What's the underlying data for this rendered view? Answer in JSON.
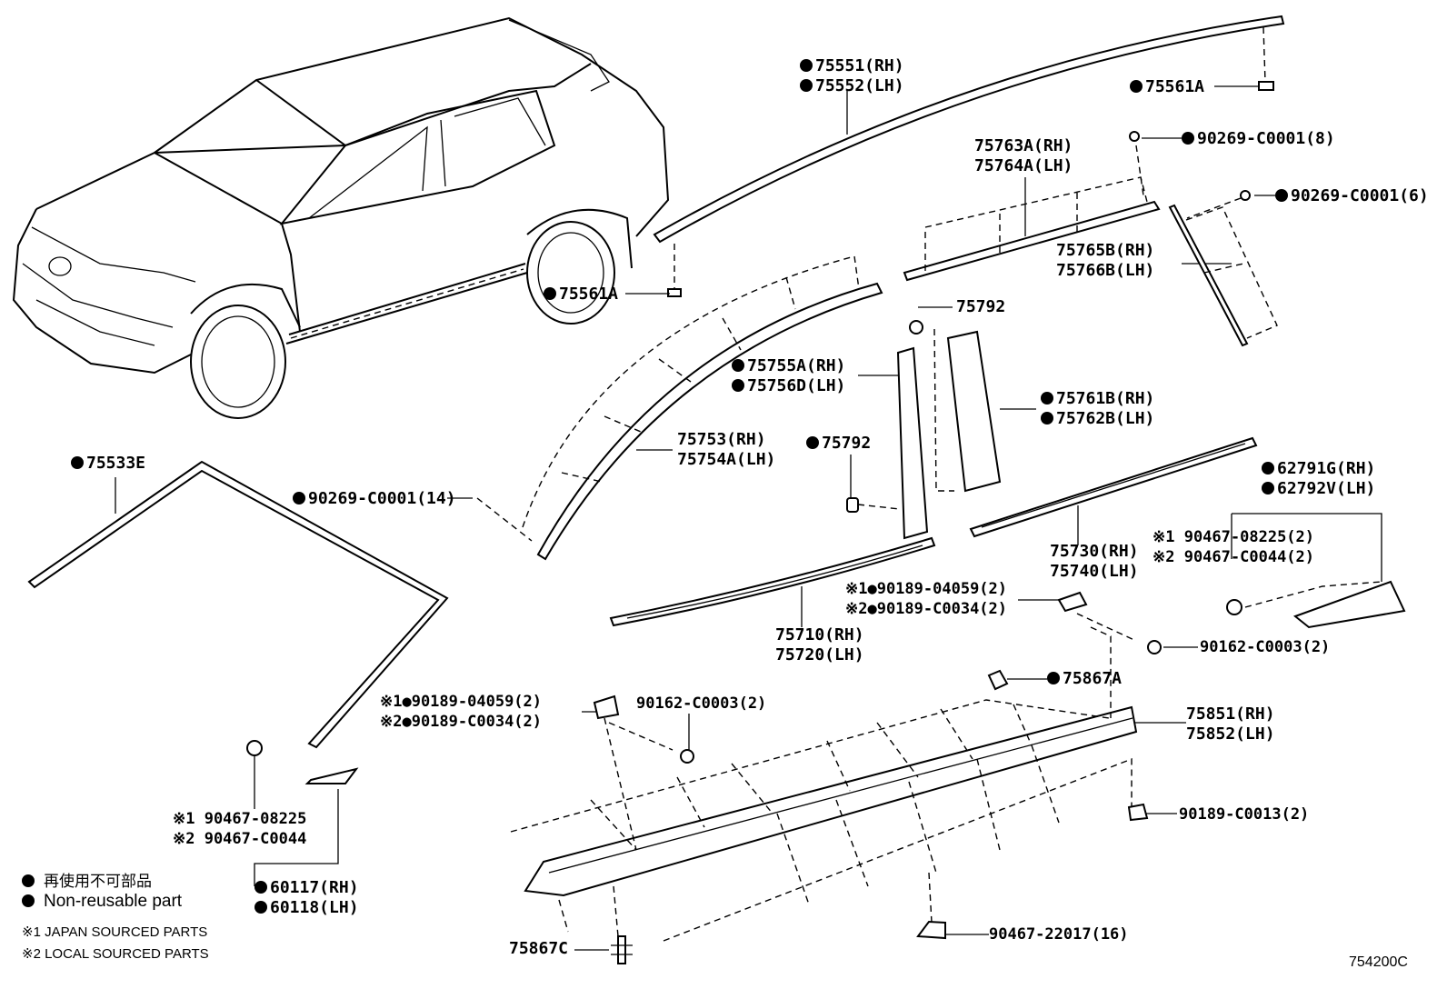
{
  "callouts": {
    "p75551": {
      "marked": true,
      "lines": [
        "75551(RH)",
        "75552(LH)"
      ]
    },
    "p75561a_top": {
      "marked": true,
      "lines": [
        "75561A"
      ]
    },
    "p90269_8": {
      "marked": true,
      "lines": [
        "90269-C0001(8)"
      ]
    },
    "p75763": {
      "marked": false,
      "lines": [
        "75763A(RH)",
        "75764A(LH)"
      ]
    },
    "p90269_6": {
      "marked": true,
      "lines": [
        "90269-C0001(6)"
      ]
    },
    "p75765": {
      "marked": false,
      "lines": [
        "75765B(RH)",
        "75766B(LH)"
      ]
    },
    "p75561a_low": {
      "marked": true,
      "lines": [
        "75561A"
      ]
    },
    "p75792_top": {
      "marked": false,
      "lines": [
        "75792"
      ]
    },
    "p75755": {
      "marked": true,
      "lines": [
        "75755A(RH)",
        "75756D(LH)"
      ]
    },
    "p75761": {
      "marked": true,
      "lines": [
        "75761B(RH)",
        "75762B(LH)"
      ]
    },
    "p75753": {
      "marked": false,
      "lines": [
        "75753(RH)",
        "75754A(LH)"
      ]
    },
    "p75792_mid": {
      "marked": true,
      "lines": [
        "75792"
      ]
    },
    "p75533": {
      "marked": true,
      "lines": [
        "75533E"
      ]
    },
    "p90269_14": {
      "marked": true,
      "lines": [
        "90269-C0001(14)"
      ]
    },
    "p62791": {
      "marked": true,
      "lines": [
        "62791G(RH)",
        "62792V(LH)"
      ]
    },
    "p90467_right": {
      "marked": false,
      "lines": [
        "※1 90467-08225(2)",
        "※2 90467-C0044(2)"
      ]
    },
    "p75730": {
      "marked": false,
      "lines": [
        "75730(RH)",
        "75740(LH)"
      ]
    },
    "p90189_right": {
      "marked": false,
      "lines": [
        "※1●90189-04059(2)",
        "※2●90189-C0034(2)"
      ]
    },
    "p75710": {
      "marked": false,
      "lines": [
        "75710(RH)",
        "75720(LH)"
      ]
    },
    "p90162_right": {
      "marked": false,
      "lines": [
        "90162-C0003(2)"
      ]
    },
    "p75867a": {
      "marked": true,
      "lines": [
        "75867A"
      ]
    },
    "p90189_left": {
      "marked": false,
      "lines": [
        "※1●90189-04059(2)",
        "※2●90189-C0034(2)"
      ]
    },
    "p90162_left": {
      "marked": false,
      "lines": [
        "90162-C0003(2)"
      ]
    },
    "p75851": {
      "marked": false,
      "lines": [
        "75851(RH)",
        "75852(LH)"
      ]
    },
    "p90467_left": {
      "marked": false,
      "lines": [
        "※1 90467-08225",
        "※2 90467-C0044"
      ]
    },
    "p90189_c0013": {
      "marked": false,
      "lines": [
        "90189-C0013(2)"
      ]
    },
    "p60117": {
      "marked": true,
      "lines": [
        "60117(RH)",
        "60118(LH)"
      ]
    },
    "p75867c": {
      "marked": false,
      "lines": [
        "75867C"
      ]
    },
    "p90467_22017": {
      "marked": false,
      "lines": [
        "90467-22017(16)"
      ]
    }
  },
  "legend": {
    "non_reusable_jp": "再使用不可部品",
    "non_reusable_en": "Non-reusable part",
    "note1": "※1 JAPAN SOURCED PARTS",
    "note2": "※2 LOCAL SOURCED PARTS"
  },
  "diagram_code": "754200C"
}
